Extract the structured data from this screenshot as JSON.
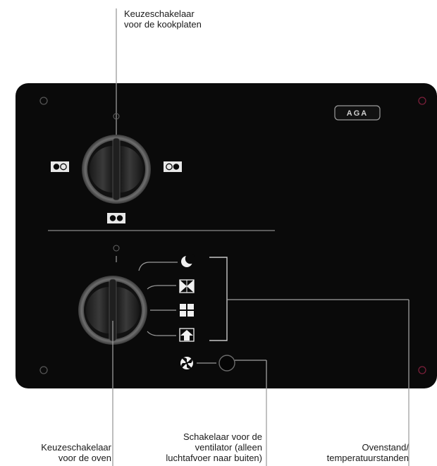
{
  "labels": {
    "hob_selector": {
      "line1": "Keuzeschakelaar",
      "line2": "voor de kookplaten"
    },
    "oven_selector": {
      "line1": "Keuzeschakelaar",
      "line2": "voor de oven"
    },
    "fan_switch": {
      "line1": "Schakelaar voor de",
      "line2": "ventilator (alleen",
      "line3": "luchtafvoer naar buiten)"
    },
    "oven_settings": {
      "line1": "Ovenstand/",
      "line2": "temperatuurstanden"
    }
  },
  "brand": {
    "logo_text": "AGA"
  },
  "colors": {
    "panel": "#0a0a0a",
    "knob_ring": "#6a6a6a",
    "leader_line": "#8a8a8a",
    "screw_left": "#555555",
    "screw_right": "#7a1f3a"
  },
  "icons": {
    "hob_left": "hob-left-plate-icon",
    "hob_right": "hob-right-plate-icon",
    "hob_both": "hob-both-plates-icon",
    "oven_mode_1": "moon-icon",
    "oven_mode_2": "grill-full-icon",
    "oven_mode_3": "oven-grid-icon",
    "oven_mode_4": "oven-top-heat-icon",
    "fan": "fan-icon"
  }
}
